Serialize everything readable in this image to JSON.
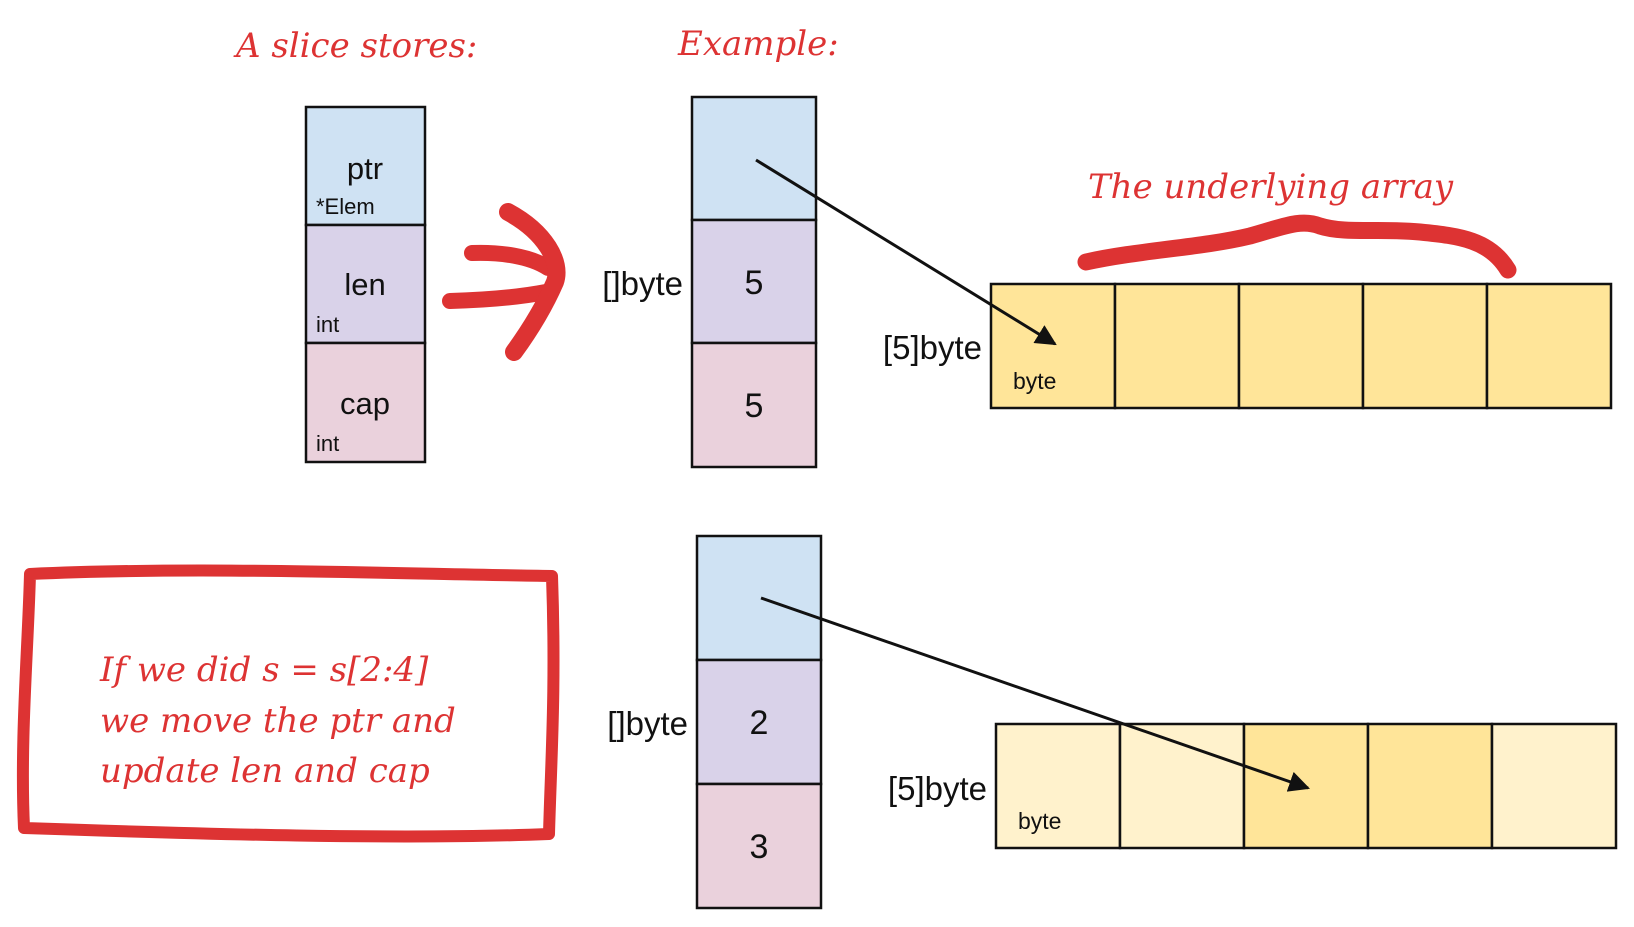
{
  "annotations": {
    "slice_stores": "A slice stores:",
    "example": "Example:",
    "underlying_array": "The underlying array",
    "note_line1": "If we did s = s[2:4]",
    "note_line2": "we move the ptr and",
    "note_line3": "update len and cap"
  },
  "struct": {
    "ptr_name": "ptr",
    "ptr_type": "*Elem",
    "len_name": "len",
    "len_type": "int",
    "cap_name": "cap",
    "cap_type": "int"
  },
  "example1": {
    "slice_type": "[]byte",
    "len_value": "5",
    "cap_value": "5",
    "array_type": "[5]byte",
    "elem_type": "byte"
  },
  "example2": {
    "slice_type": "[]byte",
    "len_value": "2",
    "cap_value": "3",
    "array_type": "[5]byte",
    "elem_type": "byte"
  },
  "colors": {
    "ptr_fill": "#cfe2f3",
    "len_fill": "#d9d2e9",
    "cap_fill": "#ead1dc",
    "array_fill": "#ffe599",
    "array_fill_faded": "#fff2cc",
    "annotation_red": "#dd3333"
  }
}
